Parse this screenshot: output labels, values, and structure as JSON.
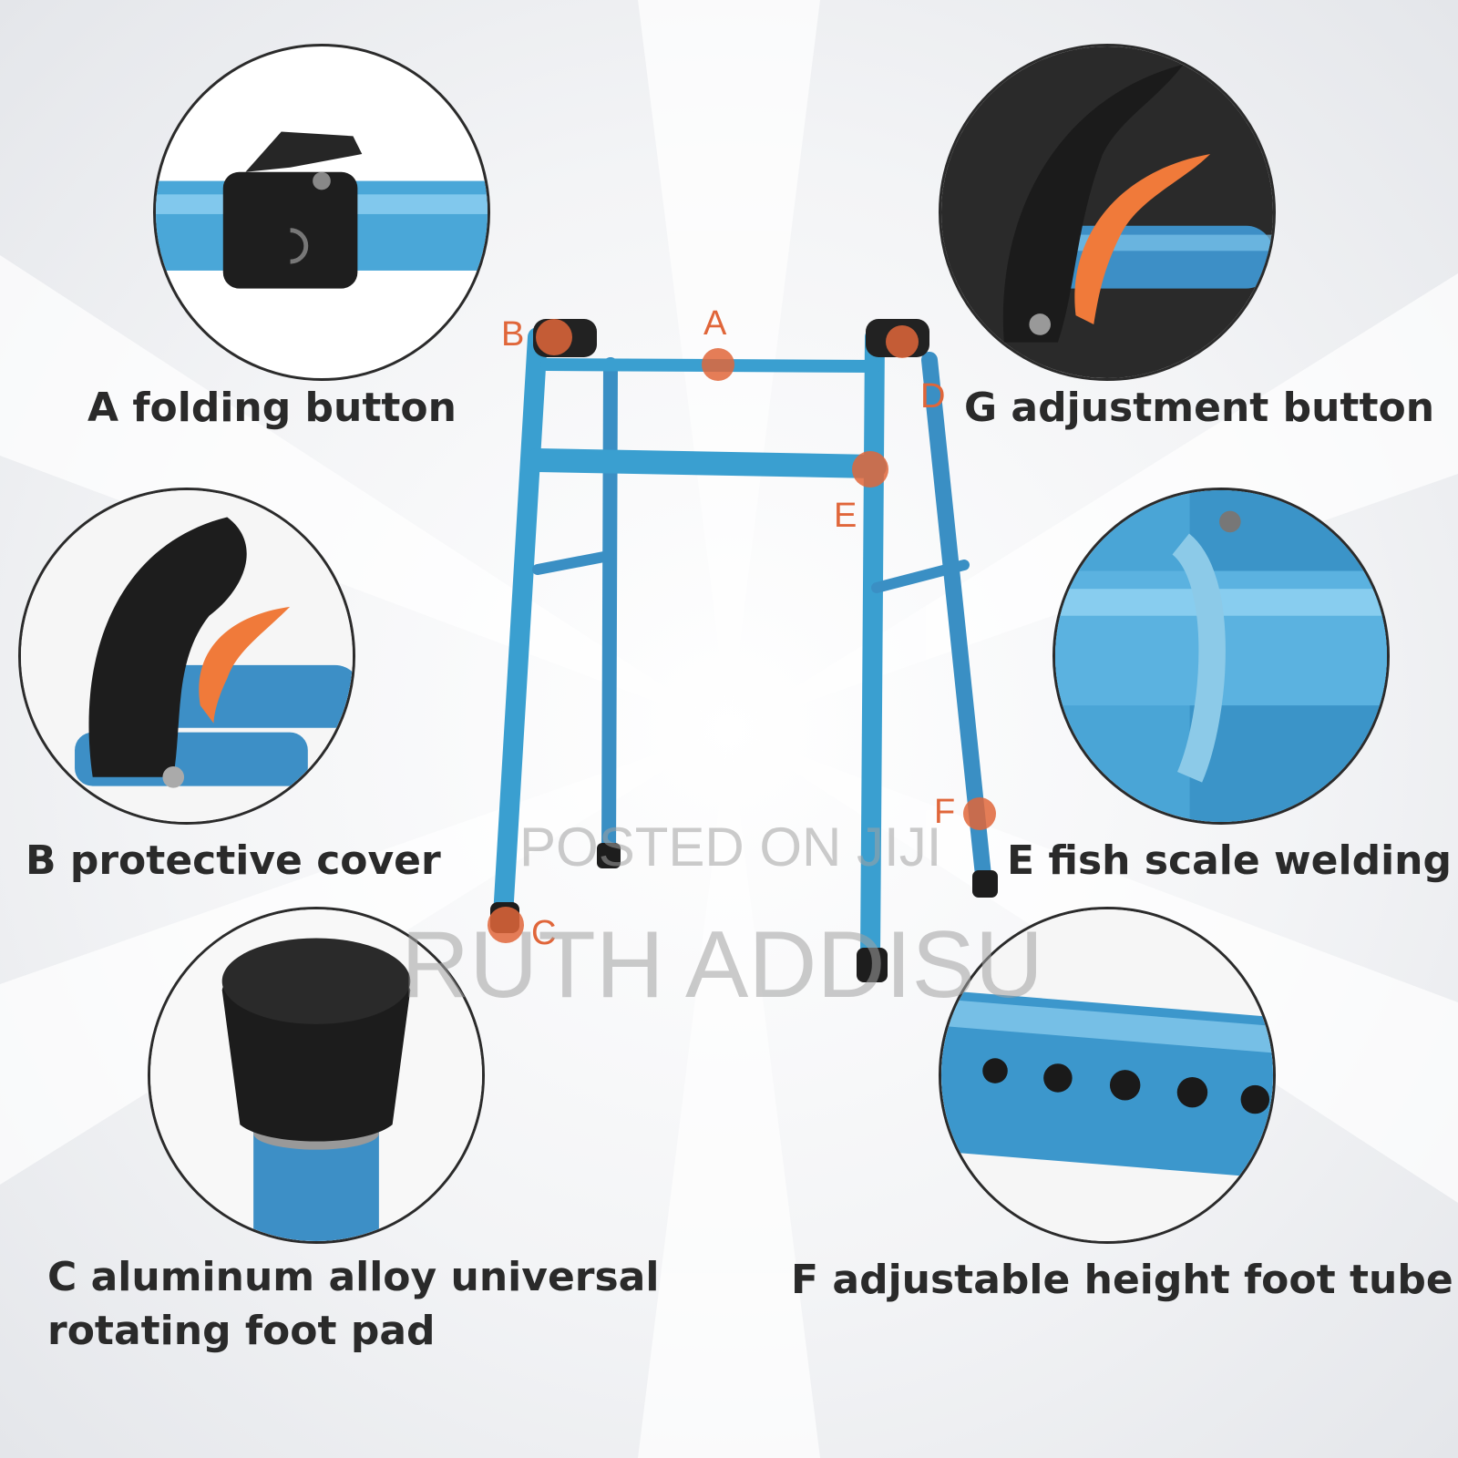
{
  "captions": {
    "a": "A folding button",
    "g": "G adjustment button",
    "b": "B protective cover",
    "e": "E fish scale welding",
    "c_line1": "C aluminum alloy universal",
    "c_line2": "rotating foot pad",
    "f": "F adjustable height foot tube"
  },
  "markers": {
    "a": "A",
    "b": "B",
    "c": "C",
    "d": "D",
    "e": "E",
    "f": "F"
  },
  "watermark": {
    "line1": "POSTED ON JIJI",
    "line2": "RUTH ADDISU"
  },
  "colors": {
    "tube_blue": "#3a9fd0",
    "marker_orange": "#e0663a",
    "caption_text": "#2a2a2a"
  }
}
